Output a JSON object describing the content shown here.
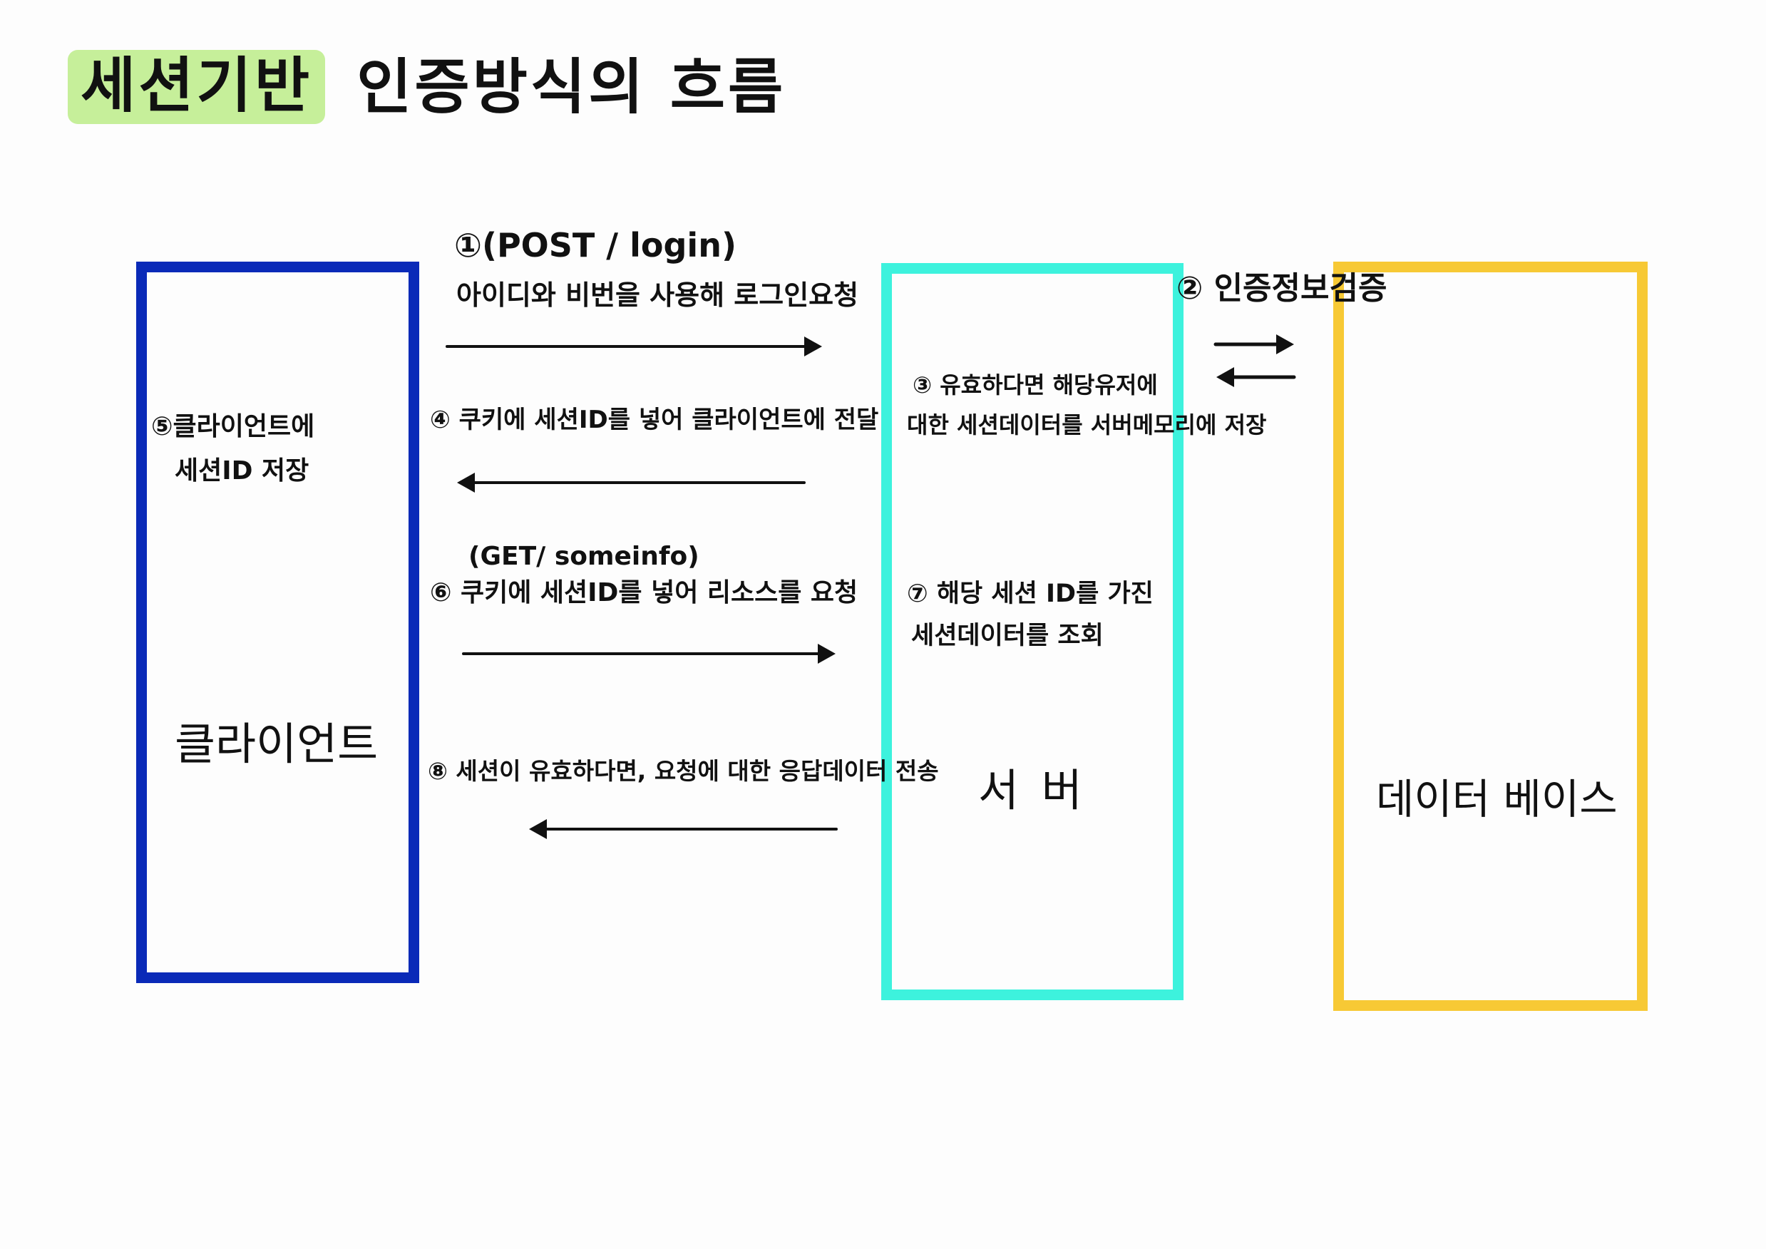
{
  "title": {
    "highlight": "세션기반",
    "rest": "인증방식의 흐름"
  },
  "nodes": {
    "client": "클라이언트",
    "server": "서 버",
    "database": "데이터 베이스"
  },
  "steps": {
    "s1_method": "①(POST / login)",
    "s1_desc": "아이디와 비번을 사용해 로그인요청",
    "s2": "② 인증정보검증",
    "s3_line1": "③ 유효하다면 해당유저에",
    "s3_line2": "대한 세션데이터를 서버메모리에 저장",
    "s4": "④ 쿠키에 세션ID를 넣어 클라이언트에 전달",
    "s5_line1": "⑤클라이언트에",
    "s5_line2": "세션ID 저장",
    "s6_method": "(GET/ someinfo)",
    "s6_desc": "⑥ 쿠키에 세션ID를 넣어 리소스를 요청",
    "s7_line1": "⑦ 해당 세션 ID를 가진",
    "s7_line2": "세션데이터를 조회",
    "s8": "⑧ 세션이 유효하다면, 요청에 대한 응답데이터 전송"
  },
  "colors": {
    "client_border": "#0a2ab8",
    "server_border": "#3df2dd",
    "db_border": "#f7c935",
    "title_highlight": "#c6ef9a",
    "ink": "#111111"
  }
}
